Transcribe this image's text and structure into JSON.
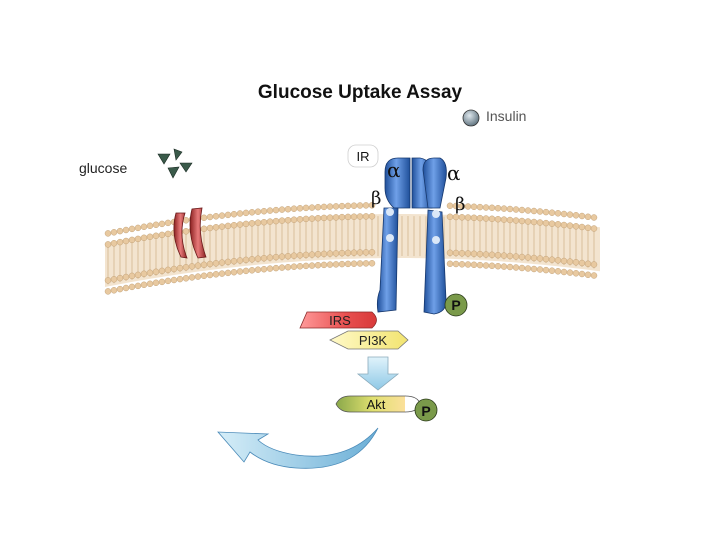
{
  "title": "Glucose Uptake Assay",
  "legend": {
    "insulin_label": "Insulin"
  },
  "labels": {
    "glucose": "glucose",
    "receptor": "IR",
    "alpha_left": "α",
    "alpha_right": "α",
    "beta_left": "β",
    "beta_right": "β",
    "irs": "IRS",
    "pi3k": "PI3K",
    "akt": "Akt",
    "phospho_receptor": "P",
    "phospho_akt": "P"
  },
  "colors": {
    "lipid_head": "#e8c9a0",
    "receptor_blue": "#3a72c8",
    "transporter_red": "#c94848",
    "irs_red": "#e85a5a",
    "pi3k_yellow": "#fff59a",
    "phospho_green": "#7a9a4a",
    "arrow_blue": "#a8d8f0"
  }
}
